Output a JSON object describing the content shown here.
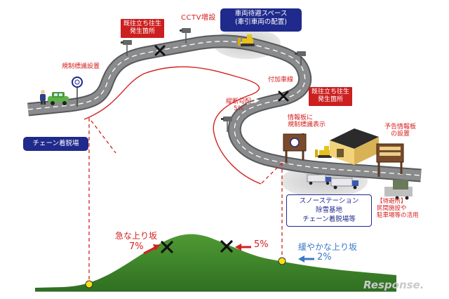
{
  "labels": {
    "cctv": "CCTV増設",
    "waiting_space_line1": "車両待避スペース",
    "waiting_space_line2": "(牽引車両の配置)",
    "stuck_top_line1": "既往立ち往生",
    "stuck_top_line2": "発生箇所",
    "regulation_sign": "規制標識設置",
    "extra_lane": "付加車線",
    "gradient_line1": "縦断勾配",
    "gradient_line2": "5%",
    "stuck_right_line1": "既往立ち往生",
    "stuck_right_line2": "発生箇所",
    "info_board_line1": "情報板に",
    "info_board_line2": "規制標識表示",
    "advance_board_line1": "予告情報板",
    "advance_board_line2": "の設置",
    "chain_area": "チェーン着脱場",
    "snow_station_line1": "スノーステーション",
    "snow_station_line2": "除雪基地",
    "snow_station_line3": "チェーン着脱場等",
    "standby_line1": "【待避所】",
    "standby_line2": "民間施設や",
    "standby_line3": "駐車場等の活用",
    "steep_slope": "急な上り坂",
    "steep_pct": "7%",
    "mid_pct": "5%",
    "gentle_slope": "緩やかな上り坂",
    "gentle_pct": "2%",
    "watermark": "Response."
  },
  "colors": {
    "accent_red": "#d42020",
    "navy": "#1f2a8c",
    "arrow_blue": "#3a78c8",
    "hill_green": "#3f8a2e",
    "road_gray": "#6d6e71"
  }
}
